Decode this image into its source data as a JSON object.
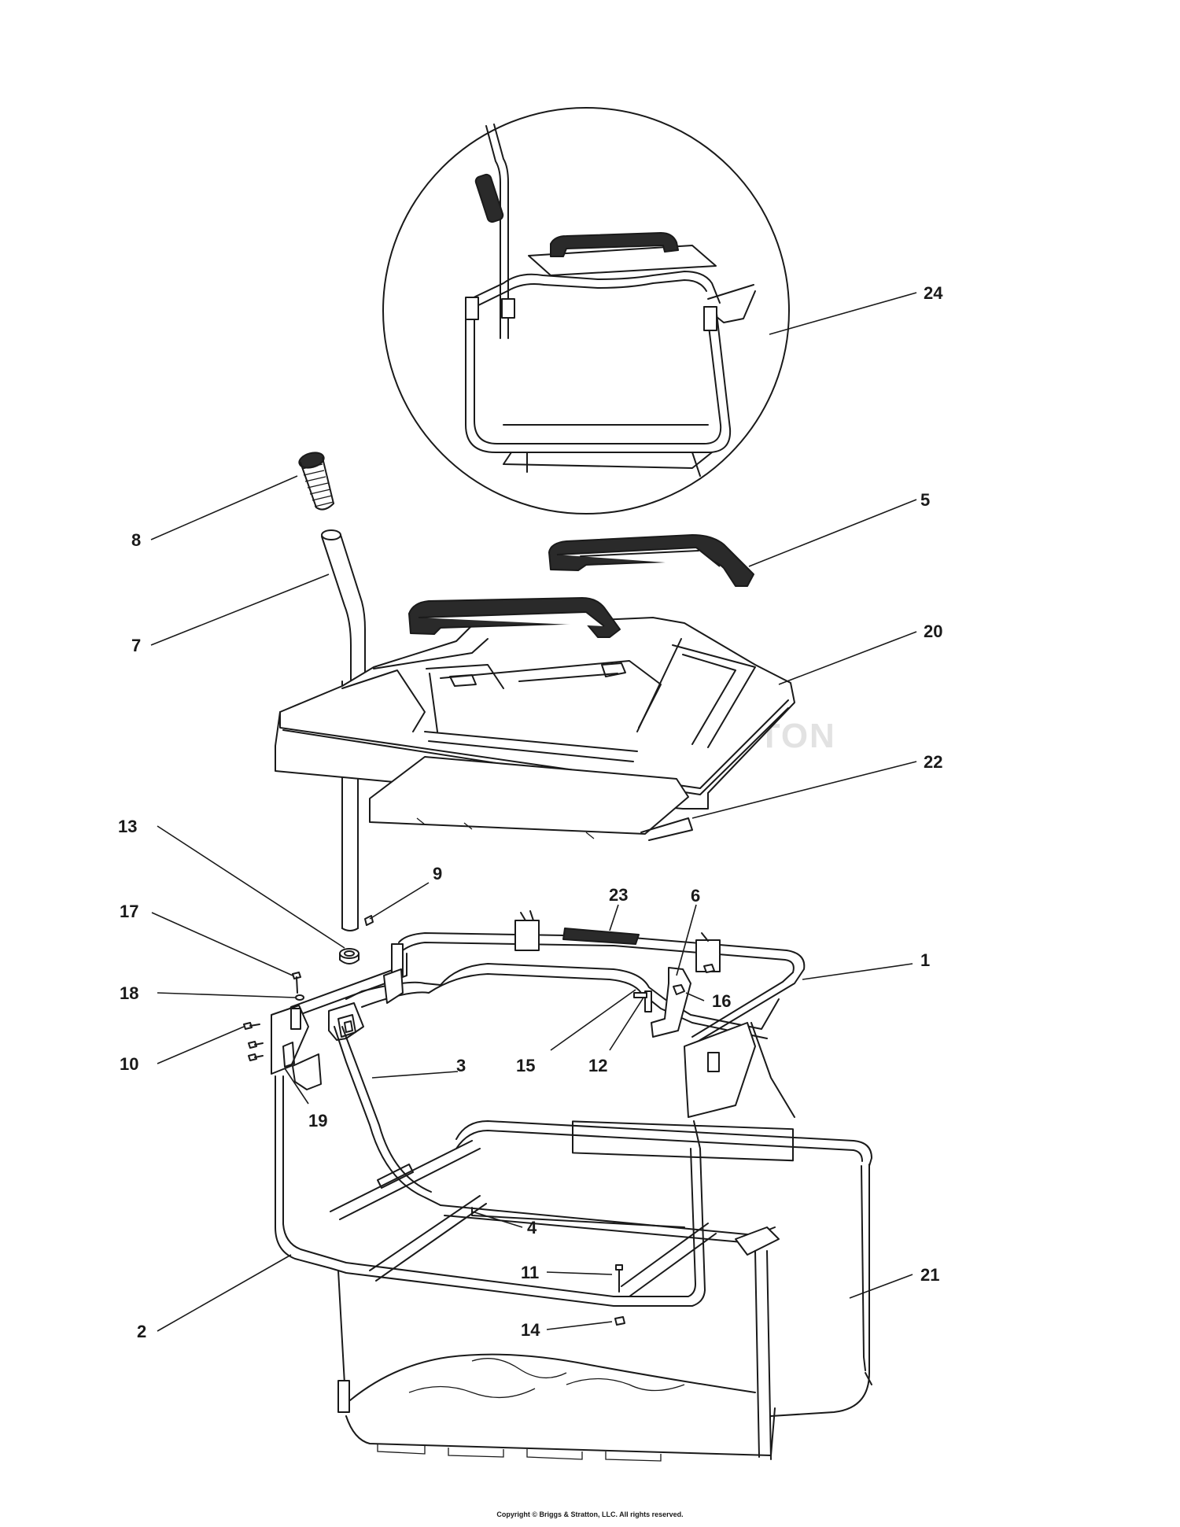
{
  "labels": {
    "l1": "1",
    "l2": "2",
    "l3": "3",
    "l4": "4",
    "l5": "5",
    "l6": "6",
    "l7": "7",
    "l8": "8",
    "l9": "9",
    "l10": "10",
    "l11": "11",
    "l12": "12",
    "l13": "13",
    "l14": "14",
    "l15": "15",
    "l16": "16",
    "l17": "17",
    "l18": "18",
    "l19": "19",
    "l20": "20",
    "l21": "21",
    "l22": "22",
    "l23": "23",
    "l24": "24"
  },
  "copyright": "Copyright © Briggs & Stratton, LLC. All rights reserved.",
  "watermark": {
    "text": "BRIGGS&STRATTON",
    "logo_name": "briggs-stratton-watermark-logo"
  }
}
